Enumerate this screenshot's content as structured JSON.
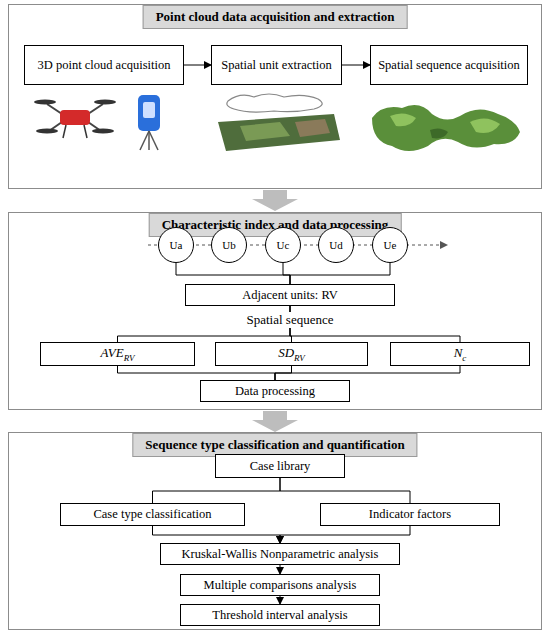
{
  "diagram": {
    "nodes": [
      {
        "text": [
          "Point cloud data acquisition and extraction"
        ]
      },
      {
        "text": [
          "3D point cloud acquisition"
        ],
        "in": 0
      },
      {
        "text": [
          "Spatial unit extraction"
        ],
        "in": 0
      },
      {
        "text": [
          "Spatial sequence acquisition"
        ],
        "in": 0
      },
      {
        "text": [
          "Characteristic index and data processing"
        ]
      },
      {
        "text": [
          "Ua"
        ],
        "in": 4
      },
      {
        "text": [
          "Ub"
        ],
        "in": 4
      },
      {
        "text": [
          "Uc"
        ],
        "in": 4
      },
      {
        "text": [
          "Ud"
        ],
        "in": 4
      },
      {
        "text": [
          "Ue"
        ],
        "in": 4
      },
      {
        "text": [
          "Adjacent units: RV"
        ],
        "in": 4
      },
      {
        "text": [
          "AVE",
          "RV"
        ],
        "in": 4
      },
      {
        "text": [
          "SD",
          "RV"
        ],
        "in": 4
      },
      {
        "text": [
          "N",
          "c"
        ],
        "in": 4
      },
      {
        "text": [
          "Data processing"
        ],
        "in": 4
      },
      {
        "text": [
          "Sequence type classification and quantification"
        ]
      },
      {
        "text": [
          "Case library"
        ],
        "in": 15
      },
      {
        "text": [
          "Case type classification"
        ],
        "in": 15
      },
      {
        "text": [
          "Indicator factors"
        ],
        "in": 15
      },
      {
        "text": [
          "Kruskal-Wallis Nonparametric analysis"
        ],
        "in": 15
      },
      {
        "text": [
          "Multiple comparisons analysis"
        ],
        "in": 15
      },
      {
        "text": [
          "Threshold interval analysis"
        ],
        "in": 15
      }
    ],
    "edges": [
      {
        "from": 1,
        "to": 2,
        "arrow": "to"
      },
      {
        "from": 2,
        "to": 3,
        "arrow": "to"
      },
      {
        "from": 5,
        "to": 10,
        "arrow": "none"
      },
      {
        "from": 7,
        "to": 10,
        "arrow": "none"
      },
      {
        "from": 9,
        "to": 10,
        "arrow": "none"
      },
      {
        "from": 10,
        "to": 11,
        "arrow": "none"
      },
      {
        "from": 10,
        "to": 12,
        "arrow": "none"
      },
      {
        "from": 10,
        "to": 13,
        "arrow": "none"
      },
      {
        "from": 11,
        "to": 14,
        "arrow": "none"
      },
      {
        "from": 12,
        "to": 14,
        "arrow": "none"
      },
      {
        "from": 13,
        "to": 14,
        "arrow": "none"
      },
      {
        "from": 16,
        "to": 17,
        "arrow": "none"
      },
      {
        "from": 16,
        "to": 18,
        "arrow": "none"
      },
      {
        "from": 17,
        "to": 19,
        "arrow": "to"
      },
      {
        "from": 18,
        "to": 19,
        "arrow": "to"
      },
      {
        "from": 19,
        "to": 20,
        "arrow": "to"
      },
      {
        "from": 20,
        "to": 21,
        "arrow": "to"
      }
    ],
    "labels": [
      "Spatial sequence"
    ]
  }
}
